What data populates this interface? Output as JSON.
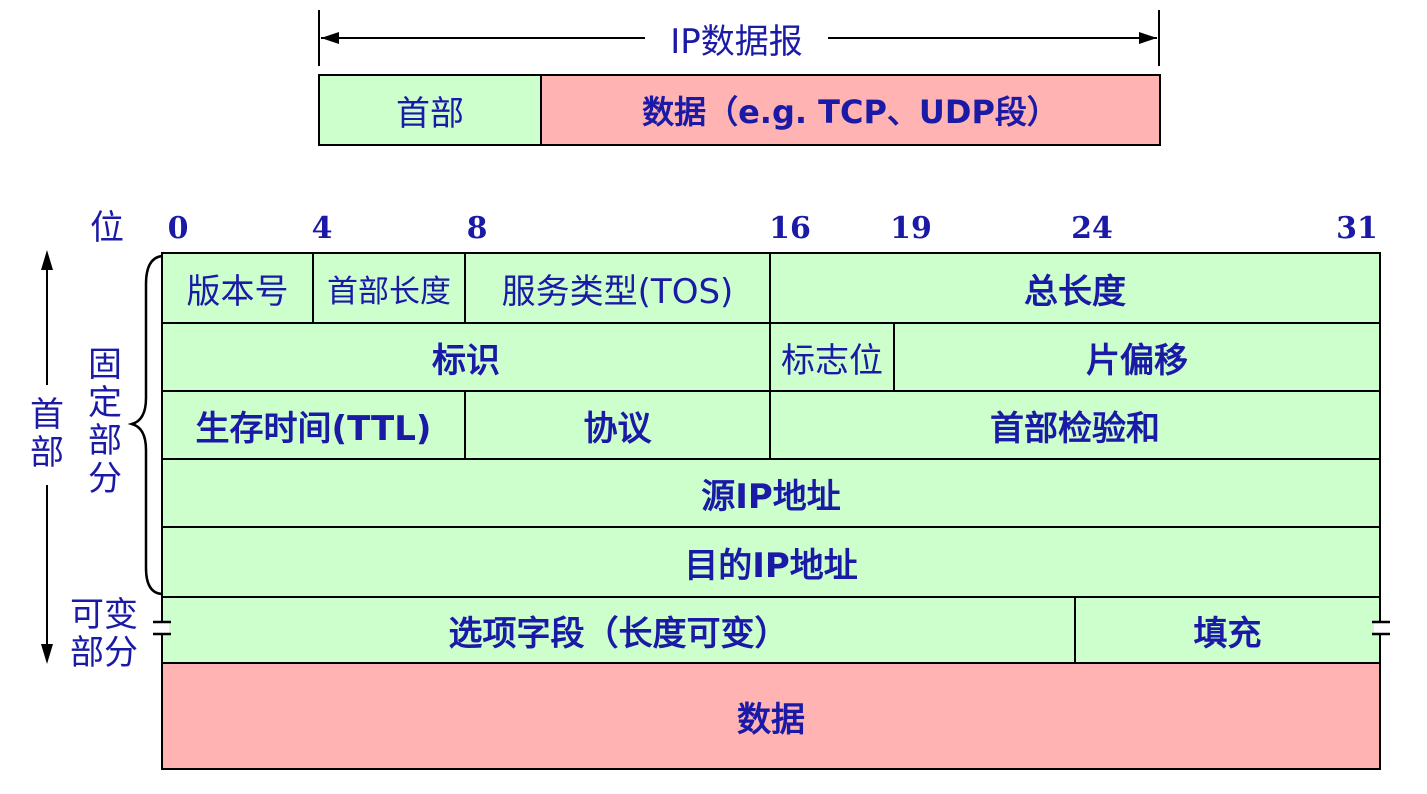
{
  "top": {
    "title": "IP数据报",
    "header_label": "首部",
    "data_label": "数据（e.g. TCP、UDP段）"
  },
  "bit_positions": {
    "label": "位",
    "ticks": [
      "0",
      "4",
      "8",
      "16",
      "19",
      "24",
      "31"
    ]
  },
  "side_labels": {
    "header": "首部",
    "fixed_part": "固定部分",
    "variable_part": "可变部分"
  },
  "fields": {
    "version": "版本号",
    "header_length": "首部长度",
    "tos": "服务类型(TOS)",
    "total_length": "总长度",
    "identification": "标识",
    "flags": "标志位",
    "fragment_offset": "片偏移",
    "ttl": "生存时间(TTL)",
    "protocol": "协议",
    "header_checksum": "首部检验和",
    "source_ip": "源IP地址",
    "dest_ip": "目的IP地址",
    "options": "选项字段（长度可变）",
    "padding": "填充",
    "data": "数据"
  },
  "colors": {
    "header_fill": "#ccffcc",
    "data_fill": "#ffb3b3",
    "text": "#1a1aa6",
    "line": "#000000"
  }
}
